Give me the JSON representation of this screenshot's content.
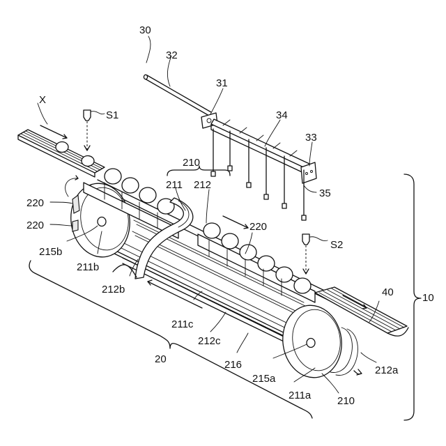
{
  "labels": {
    "l30": "30",
    "l32": "32",
    "l31": "31",
    "l34": "34",
    "l33": "33",
    "l35": "35",
    "lX": "X",
    "lS1": "S1",
    "l210top": "210",
    "l211": "211",
    "l212": "212",
    "l220a": "220",
    "l220b": "220",
    "l220c": "220",
    "l215b": "215b",
    "l211b": "211b",
    "l212b": "212b",
    "lS2": "S2",
    "l40": "40",
    "l10": "10",
    "l211c": "211c",
    "l212c": "212c",
    "l20": "20",
    "l216": "216",
    "l215a": "215a",
    "l211a": "211a",
    "l210bot": "210",
    "l212a": "212a"
  }
}
